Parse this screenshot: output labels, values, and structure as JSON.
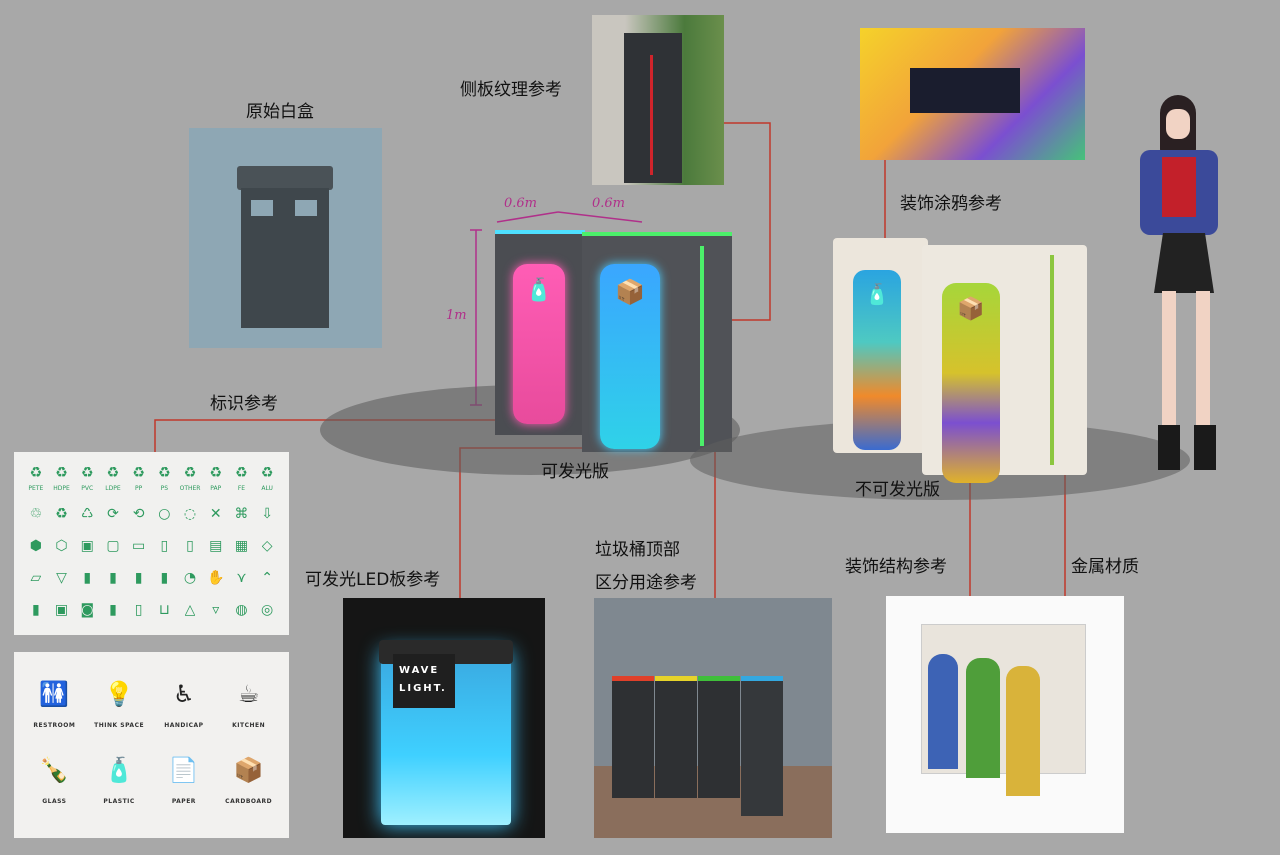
{
  "labels": {
    "white_box": "原始白盒",
    "side_panel_texture": "侧板纹理参考",
    "glowing_version": "可发光版",
    "graffiti_reference": "装饰涂鸦参考",
    "non_glowing_version": "不可发光版",
    "signage_reference": "标识参考",
    "led_panel_reference": "可发光LED板参考",
    "bin_top_line1": "垃圾桶顶部",
    "bin_top_line2": "区分用途参考",
    "structure_reference": "装饰结构参考",
    "metal_material": "金属材质"
  },
  "dimensions": {
    "width_left": "0.6m",
    "width_right": "0.6m",
    "height": "1m"
  },
  "led_brand": {
    "line1": "WAVE",
    "line2": "LIGHT."
  },
  "resin_codes": [
    "PETE",
    "HDPE",
    "PVC",
    "LDPE",
    "PP",
    "PS",
    "OTHER",
    "PAP",
    "FE",
    "ALU"
  ],
  "signage": [
    {
      "icon": "restroom-icon",
      "glyph": "🚻",
      "label": "RESTROOM"
    },
    {
      "icon": "lightbulb-icon",
      "glyph": "💡",
      "label": "THINK SPACE"
    },
    {
      "icon": "handicap-icon",
      "glyph": "♿",
      "label": "HANDICAP"
    },
    {
      "icon": "coffee-cup-icon",
      "glyph": "☕",
      "label": "KITCHEN"
    },
    {
      "icon": "glass-bottle-icon",
      "glyph": "🍾",
      "label": "GLASS"
    },
    {
      "icon": "plastic-bottle-icon",
      "glyph": "🧴",
      "label": "PLASTIC"
    },
    {
      "icon": "paper-icon",
      "glyph": "📄",
      "label": "PAPER"
    },
    {
      "icon": "cardboard-icon",
      "glyph": "📦",
      "label": "CARDBOARD"
    }
  ],
  "colors": {
    "background": "#a8a8a8",
    "connector": "#c0392b",
    "dimension": "#b0308a",
    "icon_green": "#2e9a5e"
  }
}
